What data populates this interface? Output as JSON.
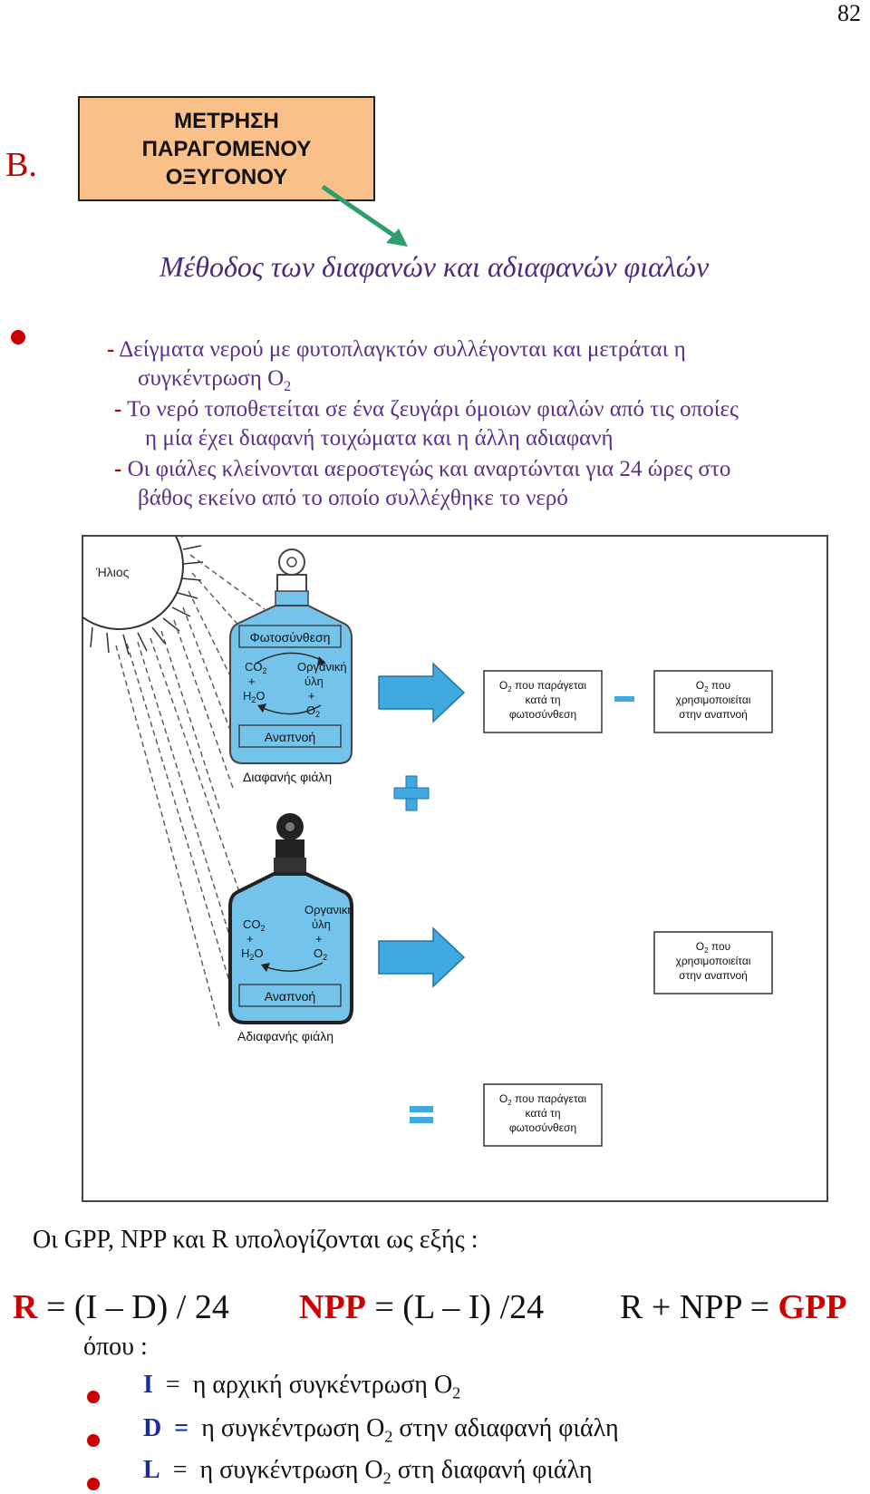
{
  "page_number": "82",
  "section_label": "Β.",
  "title_box": {
    "line1": "ΜΕΤΡΗΣΗ",
    "line2": "ΠΑΡΑΓΟΜΕΝΟΥ",
    "line3": "ΟΞΥΓΟΝΟΥ"
  },
  "subtitle": "Μέθοδος των διαφανών και αδιαφανών φιαλών",
  "bullets": [
    {
      "dash": "-",
      "line1": "Δείγματα νερού με φυτοπλαγκτόν συλλέγονται και μετράται η",
      "line2": "συγκέντρωση Ο",
      "line2_sub": "2"
    },
    {
      "dash": "-",
      "line1": "Το νερό τοποθετείται σε ένα ζευγάρι όμοιων φιαλών από τις οποίες",
      "line2": "η μία έχει διαφανή τοιχώματα και η άλλη αδιαφανή"
    },
    {
      "dash": "-",
      "line1": "Οι φιάλες κλείνονται αεροστεγώς και αναρτώνται για 24 ώρες στο",
      "line2": "βάθος εκείνο από το οποίο συλλέχθηκε το νερό"
    }
  ],
  "figure": {
    "sun_label": "Ήλιος",
    "clear_bottle": {
      "photosynthesis": "Φωτοσύνθεση",
      "co2": "CO",
      "plus": "+",
      "h2o": "H",
      "h2o_tail": "O",
      "organic1": "Οργανική",
      "organic2": "ύλη",
      "o2": "O",
      "respiration": "Αναπνοή",
      "caption": "Διαφανής φιάλη"
    },
    "dark_bottle": {
      "co2": "CO",
      "plus": "+",
      "h2o": "H",
      "h2o_tail": "O",
      "organic1": "Οργανική",
      "organic2": "ύλη",
      "o2": "O",
      "respiration": "Αναπνοή",
      "caption": "Αδιαφανής φιάλη"
    },
    "box_produced": {
      "l1": "O",
      "l1_tail": " που παράγεται",
      "l2": "κατά τη",
      "l3": "φωτοσύνθεση"
    },
    "box_used": {
      "l1": "O",
      "l1_tail": " που",
      "l2": "χρησιμοποιείται",
      "l3": "στην αναπνοή"
    },
    "minus_sign": "-",
    "plus_sign": "+",
    "equals_sign": "="
  },
  "calc_intro": "Οι GPP, NPP και R υπολογίζονται ως εξής :",
  "equations": {
    "r_label": "R",
    "r_expr": " = (I – D) / 24",
    "npp_label": "NPP",
    "npp_expr": " = (L – I) /24",
    "sum_expr": "R + NPP = ",
    "gpp_label": "GPP"
  },
  "where": "όπου :",
  "definitions": [
    {
      "symbol": "I",
      "eq": "=",
      "text": "η αρχική συγκέντρωση Ο",
      "sub": "2",
      "tail": ""
    },
    {
      "symbol": "D",
      "eq": "=",
      "text": "η συγκέντρωση Ο",
      "sub": "2",
      "tail": " στην αδιαφανή φιάλη"
    },
    {
      "symbol": "L",
      "eq": "=",
      "text": "η συγκέντρωση Ο",
      "sub": "2",
      "tail": " στη διαφανή φιάλη"
    }
  ],
  "colors": {
    "title_box_fill": "#f9c089",
    "accent_red": "#d10000",
    "subtitle_purple": "#4b2a7d",
    "bottle_blue": "#74c3ea",
    "arrow_blue": "#3fa9e0",
    "arrow_green": "#2e9e6a"
  }
}
